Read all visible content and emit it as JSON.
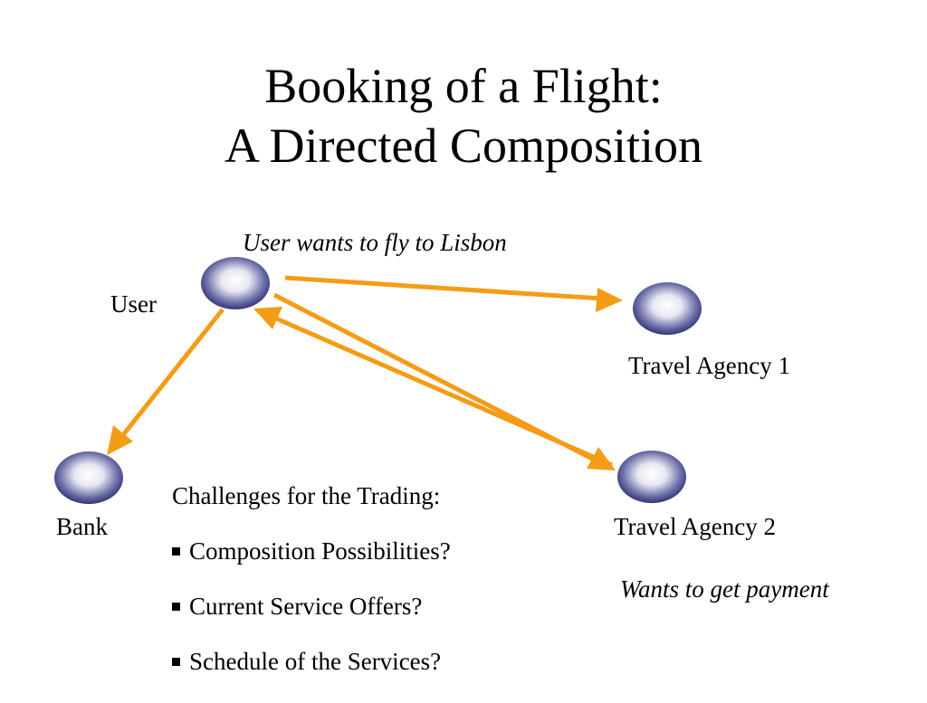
{
  "title": {
    "line1": "Booking of a Flight:",
    "line2": "A Directed Composition"
  },
  "annotations": {
    "user_wants": "User wants to fly to Lisbon",
    "wants_payment": "Wants to get payment"
  },
  "nodes": {
    "user": "User",
    "agency1": "Travel Agency 1",
    "agency2": "Travel Agency 2",
    "bank": "Bank"
  },
  "challenges": {
    "heading": "Challenges for the Trading:",
    "items": [
      "Composition Possibilities?",
      "Current Service Offers?",
      "Schedule of the Services?"
    ]
  },
  "colors": {
    "arrow": "#F59C16",
    "node_dark": "#1C1F63",
    "node_light": "#FFFFFF"
  }
}
